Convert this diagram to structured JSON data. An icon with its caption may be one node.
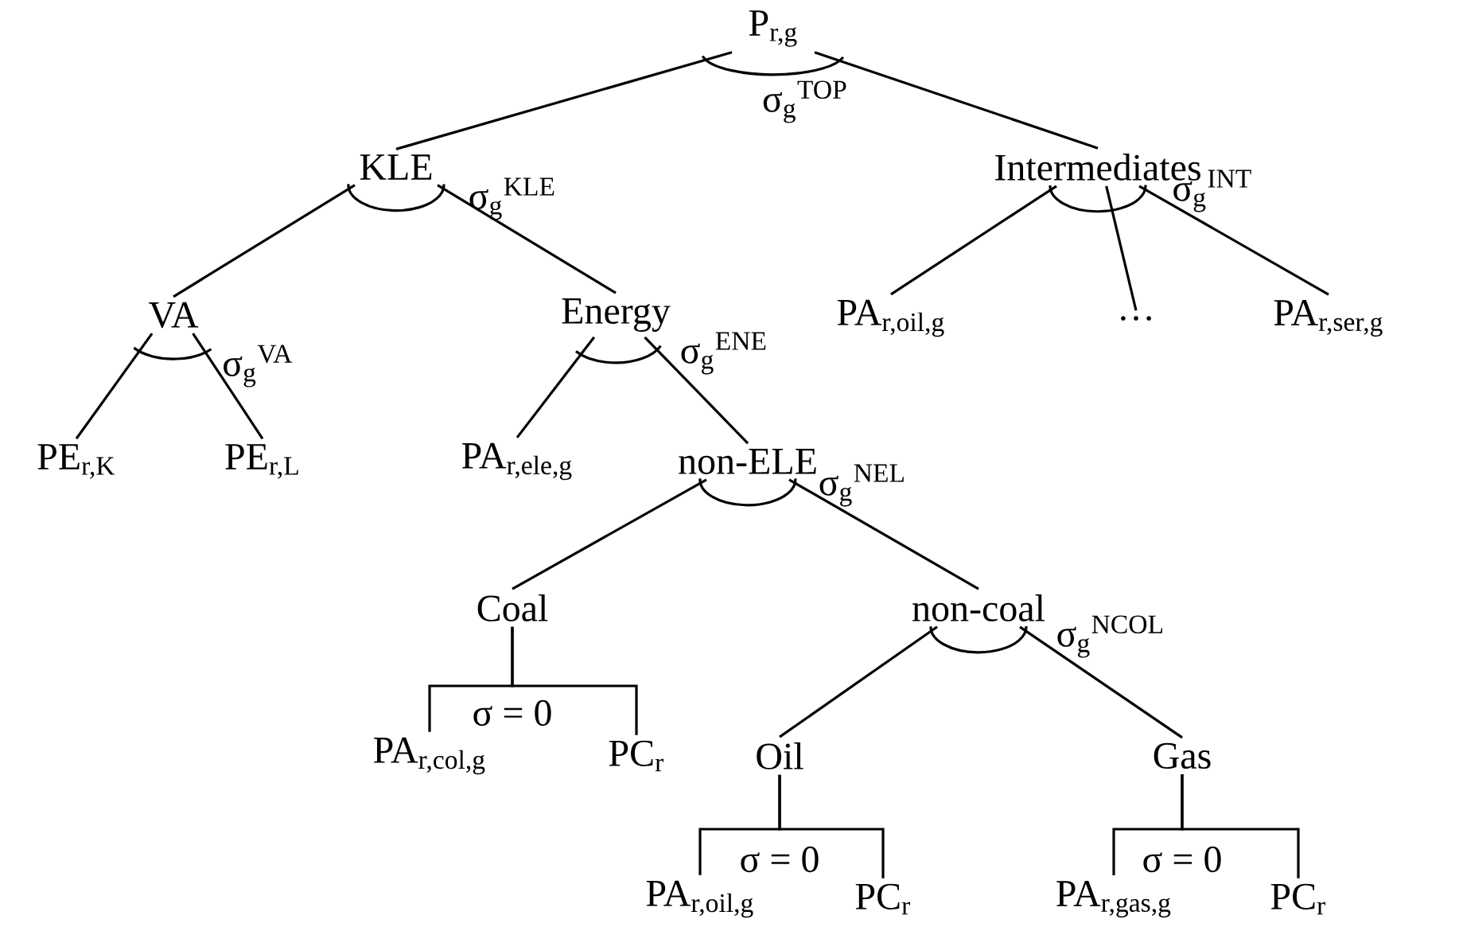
{
  "diagram": {
    "nodes": [
      {
        "text": [
          "P$_{r,g}$"
        ],
        "beside": [
          "σ$_{g}$$^{TOP}$"
        ]
      },
      {
        "text": [
          "KLE"
        ],
        "beside": [
          "σ$_{g}$$^{KLE}$"
        ]
      },
      {
        "text": [
          "Intermediates"
        ],
        "beside": [
          "σ$_{g}$$^{INT}$"
        ]
      },
      {
        "text": [
          "VA"
        ],
        "beside": [
          "σ$_{g}$$^{VA}$"
        ]
      },
      {
        "text": [
          "Energy"
        ],
        "beside": [
          "σ$_{g}$$^{ENE}$"
        ]
      },
      {
        "text": [
          "PA$_{r,oil,g}$"
        ]
      },
      {
        "text": [
          "…"
        ]
      },
      {
        "text": [
          "PA$_{r,ser,g}$"
        ]
      },
      {
        "text": [
          "PE$_{r,K}$"
        ]
      },
      {
        "text": [
          "PE$_{r,L}$"
        ]
      },
      {
        "text": [
          "PA$_{r,ele,g}$"
        ]
      },
      {
        "text": [
          "non-ELE"
        ],
        "beside": [
          "σ$_{g}$$^{NEL}$"
        ]
      },
      {
        "text": [
          "Coal"
        ]
      },
      {
        "text": [
          "non-coal"
        ],
        "beside": [
          "σ$_{g}$$^{NCOL}$"
        ]
      },
      {
        "text": [
          "PA$_{r,col,g}$"
        ]
      },
      {
        "text": [
          "PC$_{r}$"
        ]
      },
      {
        "text": [
          "Oil"
        ]
      },
      {
        "text": [
          "Gas"
        ]
      },
      {
        "text": [
          "PA$_{r,oil,g}$"
        ]
      },
      {
        "text": [
          "PC$_{r}$"
        ]
      },
      {
        "text": [
          "PA$_{r,gas,g}$"
        ]
      },
      {
        "text": [
          "PC$_{r}$"
        ]
      }
    ],
    "edges": [
      {
        "from": 0,
        "to": 1,
        "arrow": "none"
      },
      {
        "from": 0,
        "to": 2,
        "arrow": "none"
      },
      {
        "from": 1,
        "to": 3,
        "arrow": "none"
      },
      {
        "from": 1,
        "to": 4,
        "arrow": "none"
      },
      {
        "from": 2,
        "to": 5,
        "arrow": "none"
      },
      {
        "from": 2,
        "to": 6,
        "arrow": "none"
      },
      {
        "from": 2,
        "to": 7,
        "arrow": "none"
      },
      {
        "from": 3,
        "to": 8,
        "arrow": "none"
      },
      {
        "from": 3,
        "to": 9,
        "arrow": "none"
      },
      {
        "from": 4,
        "to": 10,
        "arrow": "none"
      },
      {
        "from": 4,
        "to": 11,
        "arrow": "none"
      },
      {
        "from": 11,
        "to": 12,
        "arrow": "none"
      },
      {
        "from": 11,
        "to": 13,
        "arrow": "none"
      },
      {
        "from": 12,
        "to": 14,
        "arrow": "none"
      },
      {
        "from": 12,
        "to": 15,
        "arrow": "none"
      },
      {
        "from": 13,
        "to": 16,
        "arrow": "none"
      },
      {
        "from": 13,
        "to": 17,
        "arrow": "none"
      },
      {
        "from": 16,
        "to": 18,
        "arrow": "none"
      },
      {
        "from": 16,
        "to": 19,
        "arrow": "none"
      },
      {
        "from": 17,
        "to": 20,
        "arrow": "none"
      },
      {
        "from": 17,
        "to": 21,
        "arrow": "none"
      }
    ],
    "labels": [
      "σ = 0",
      "σ = 0",
      "σ = 0"
    ]
  }
}
